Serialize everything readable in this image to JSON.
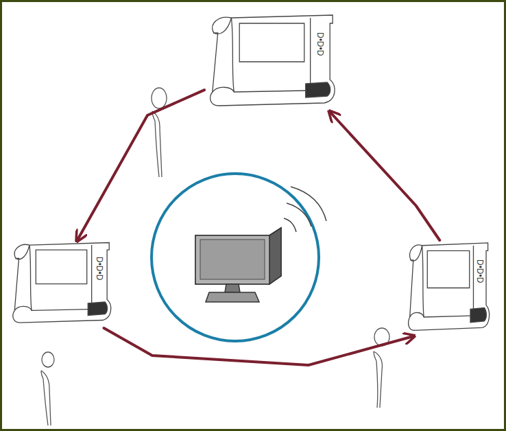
{
  "diagram": {
    "nodes": [
      {
        "text": [
          "D•D•D"
        ]
      },
      {
        "text": [
          "D•D•D"
        ]
      },
      {
        "text": [
          "D•D•D"
        ]
      }
    ],
    "edges": [
      {
        "from": 0,
        "to": 1,
        "arrow": "to"
      },
      {
        "from": 1,
        "to": 2,
        "arrow": "to"
      },
      {
        "from": 2,
        "to": 0,
        "arrow": "to"
      }
    ]
  }
}
